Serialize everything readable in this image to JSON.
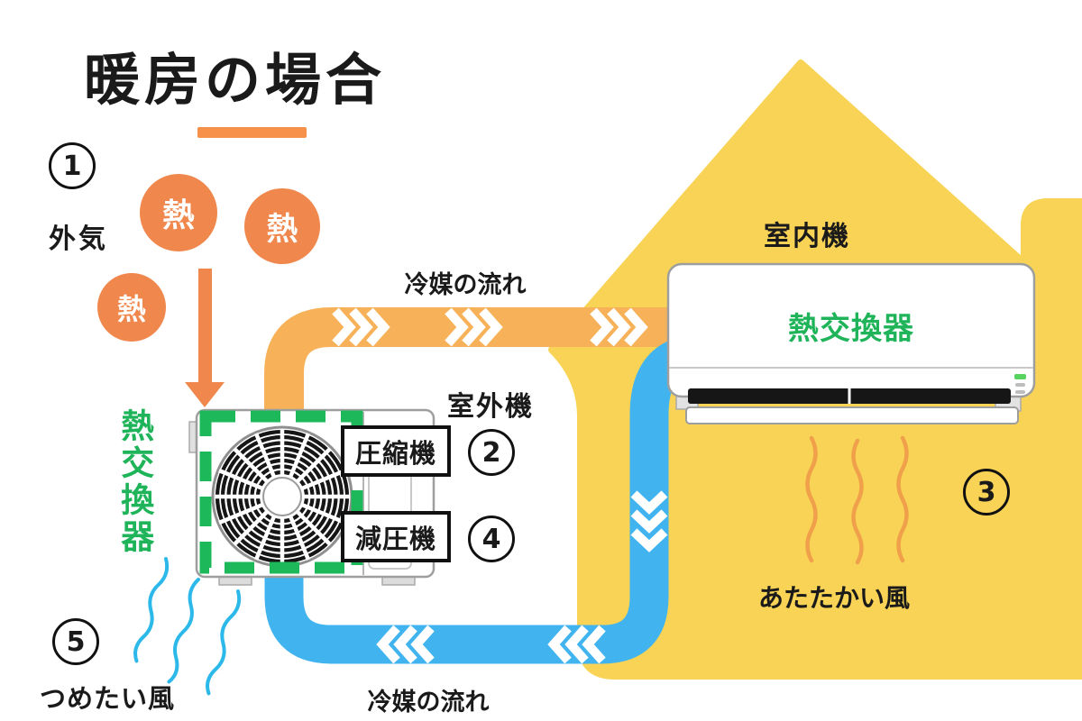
{
  "title": "暖房の場合",
  "labels": {
    "outside_air": "外気",
    "heat": "熱",
    "refrigerant_flow_top": "冷媒の流れ",
    "refrigerant_flow_bottom": "冷媒の流れ",
    "outdoor_unit": "室外機",
    "indoor_unit": "室内機",
    "heat_exchanger_outdoor": "熱交換器",
    "heat_exchanger_indoor": "熱交換器",
    "compressor": "圧縮機",
    "decompressor": "減圧機",
    "warm_wind": "あたたかい風",
    "cold_wind": "つめたい風"
  },
  "steps": [
    "1",
    "2",
    "3",
    "4",
    "5"
  ],
  "colors": {
    "house_yellow": "#F8D355",
    "pipe_hot_orange": "#F7B259",
    "pipe_cold_blue": "#41B4F0",
    "accent_orange": "#F79048",
    "heat_bubble_orange": "#F0874D",
    "green": "#1FB45A",
    "warm_wave": "#F0A04A",
    "cold_wave": "#2CB9E9",
    "text_black": "#1a1a1a"
  }
}
